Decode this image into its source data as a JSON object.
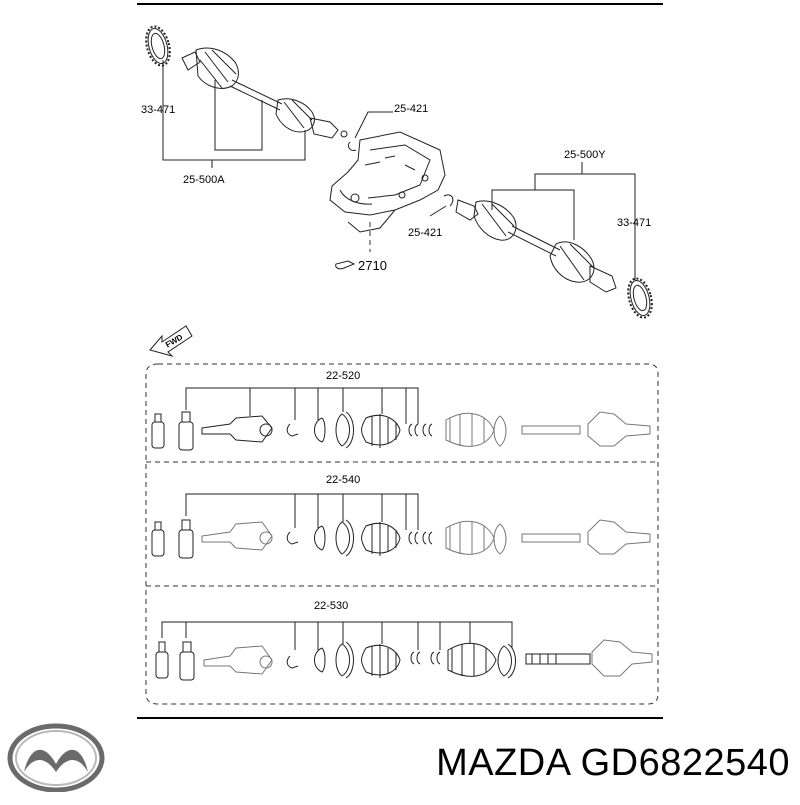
{
  "diagram": {
    "top_labels": {
      "left_boot_kit": "33-471",
      "left_shaft": "25-500A",
      "left_clip": "25-421",
      "diff_ref": "2710",
      "right_shaft": "25-500Y",
      "right_clip": "25-421",
      "right_boot_kit": "33-471"
    },
    "fwd_label": "FWD",
    "panels": [
      {
        "label": "22-520"
      },
      {
        "label": "22-540"
      },
      {
        "label": "22-530"
      }
    ]
  },
  "footer": {
    "brand": "MAZDA",
    "part_number": "GD6822540",
    "logo_icon": "mazda-logo-icon"
  }
}
